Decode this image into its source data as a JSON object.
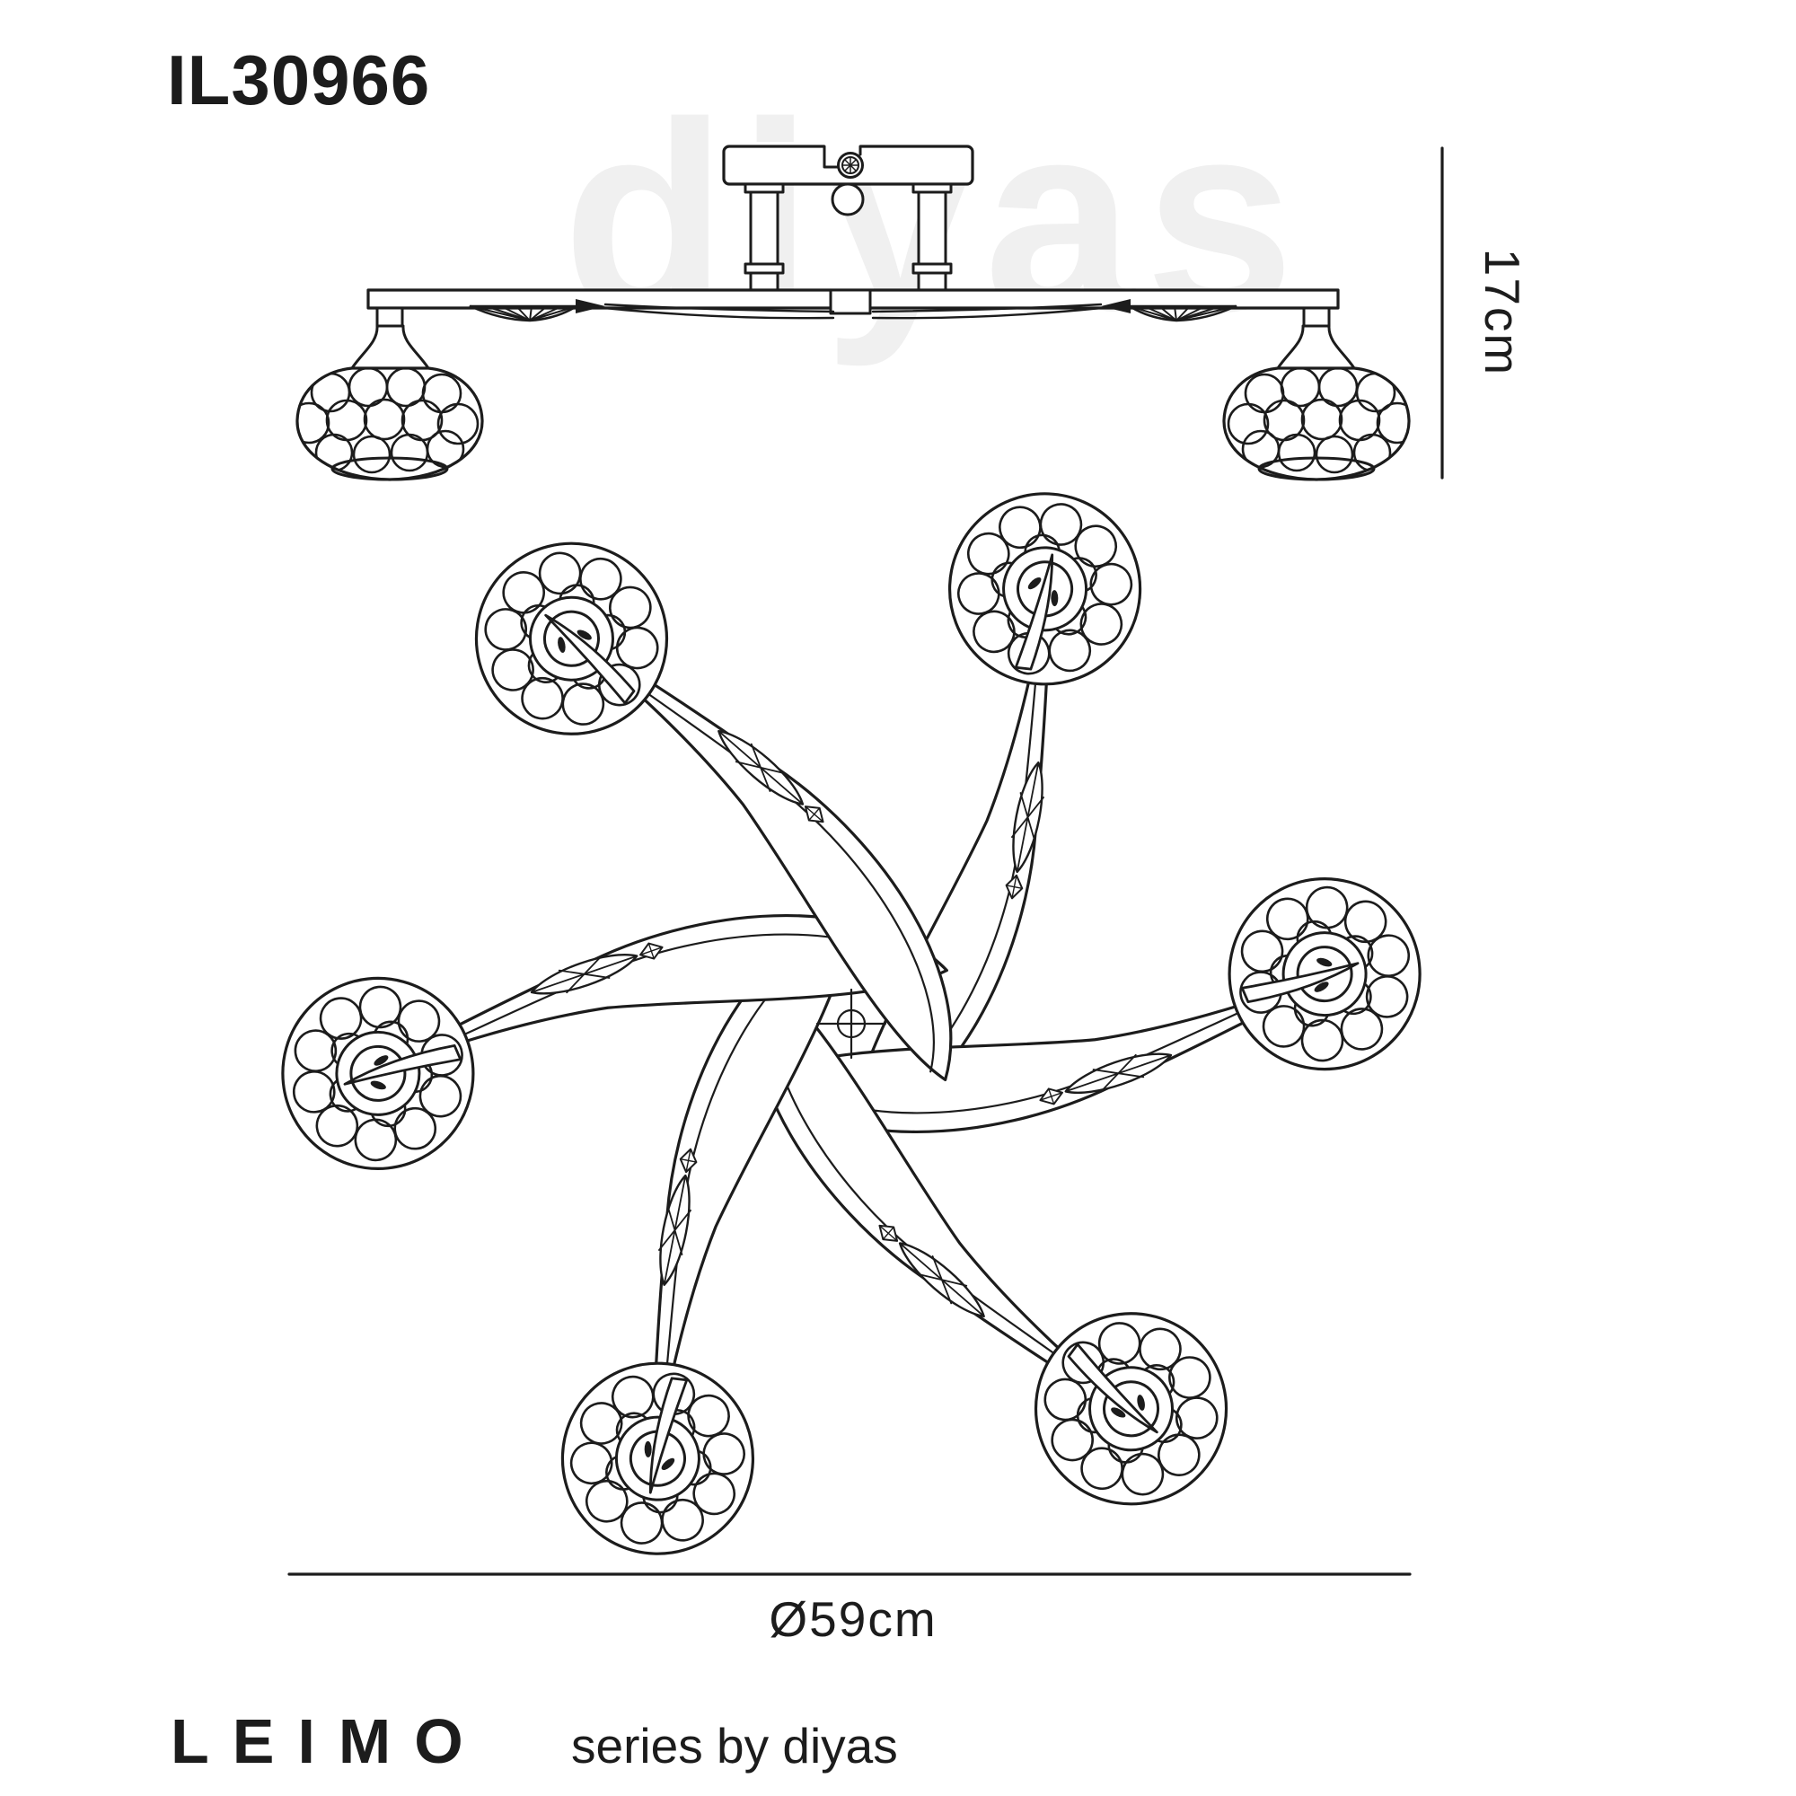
{
  "product": {
    "code": "IL30966"
  },
  "watermark": {
    "text": "diyas"
  },
  "dimensions": {
    "height": "17cm",
    "diameter": "Ø59cm"
  },
  "branding": {
    "series_name": "LEIMO",
    "series_byline": "series by diyas"
  },
  "plan_view": {
    "shade_count": 6,
    "arm_count": 6
  },
  "side_view": {
    "shade_count": 2,
    "stem_count": 2
  },
  "colors": {
    "ink": "#1c1c1c",
    "watermark": "#f0f0f0",
    "background": "#ffffff"
  }
}
